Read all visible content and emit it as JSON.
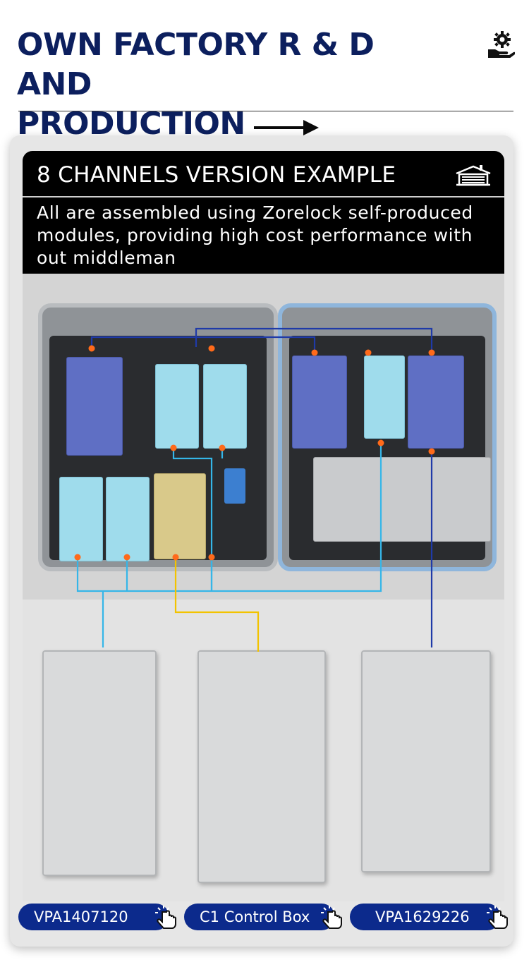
{
  "header": {
    "title_line1": "OWN FACTORY R & D AND",
    "title_line2": "PRODUCTION",
    "icon": "gear-hand-icon"
  },
  "banner": {
    "title": "8 CHANNELS VERSION EXAMPLE",
    "description": "All are assembled using Zorelock self-produced modules, providing high cost performance with out middleman",
    "icon": "factory-icon"
  },
  "labels": {
    "left": "VPA1407120",
    "center": "C1 Control Box",
    "right": "VPA1629226"
  },
  "colors": {
    "title": "#0c1f5e",
    "pill": "#0c2a8c",
    "wire_light": "#35b6e8",
    "wire_yellow": "#f2c300",
    "wire_dark": "#1f3aa8",
    "dot": "#ff6a1a"
  }
}
